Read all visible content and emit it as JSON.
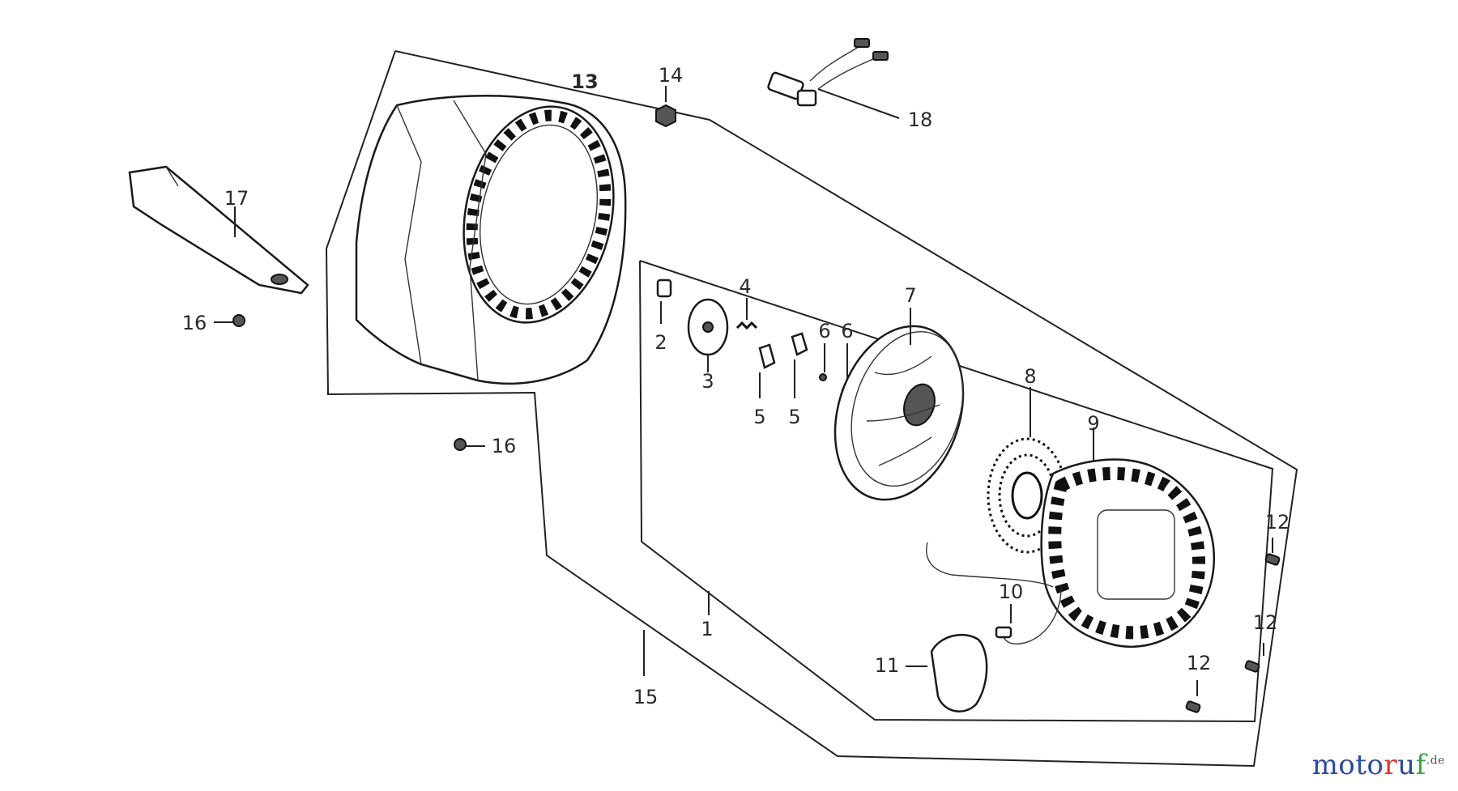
{
  "colors": {
    "watermark_part1": "#2b4a9b",
    "watermark_part2": "#e03030",
    "watermark_part3": "#2b4a9b",
    "watermark_part4": "#3ba24a"
  },
  "callouts": {
    "p1": "1",
    "p2": "2",
    "p3": "3",
    "p4": "4",
    "p5a": "5",
    "p5b": "5",
    "p6a": "6",
    "p6b": "6",
    "p7": "7",
    "p8": "8",
    "p9": "9",
    "p10": "10",
    "p11": "11",
    "p12a": "12",
    "p12b": "12",
    "p12c": "12",
    "p13": "13",
    "p14": "14",
    "p15": "15",
    "p16a": "16",
    "p16b": "16",
    "p17": "17",
    "p18": "18"
  },
  "watermark": {
    "part1": "moto",
    "part2": "r",
    "part3": "u",
    "part4": "f",
    "suffix": ".de"
  }
}
